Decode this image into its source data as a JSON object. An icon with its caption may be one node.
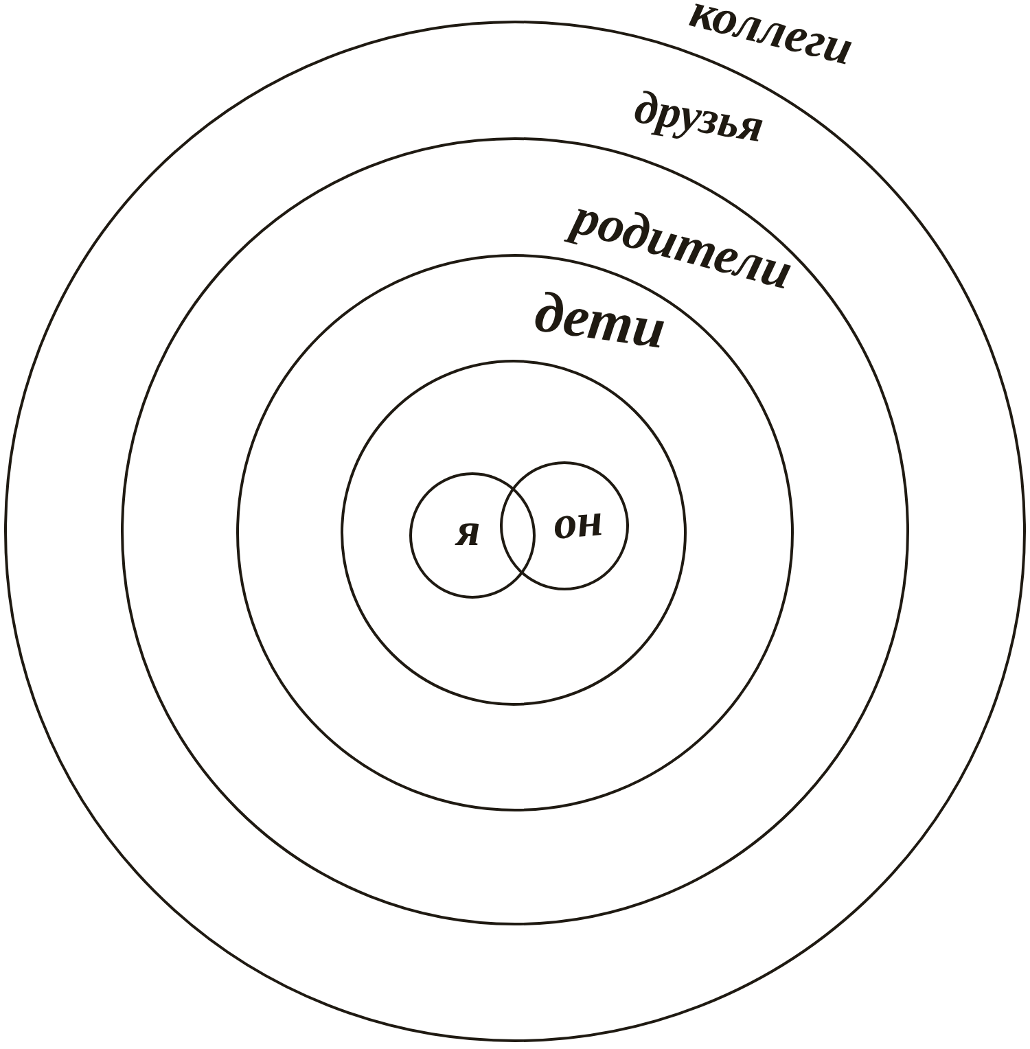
{
  "diagram": {
    "nodes": [
      {
        "text": [
          "коллеги"
        ]
      },
      {
        "text": [
          "друзья"
        ],
        "in": 0
      },
      {
        "text": [
          "родители"
        ],
        "in": 1
      },
      {
        "text": [
          "дети"
        ],
        "in": 2
      },
      {
        "text": [
          "я"
        ],
        "in": 3
      },
      {
        "text": [
          "он"
        ],
        "in": 3
      }
    ]
  }
}
